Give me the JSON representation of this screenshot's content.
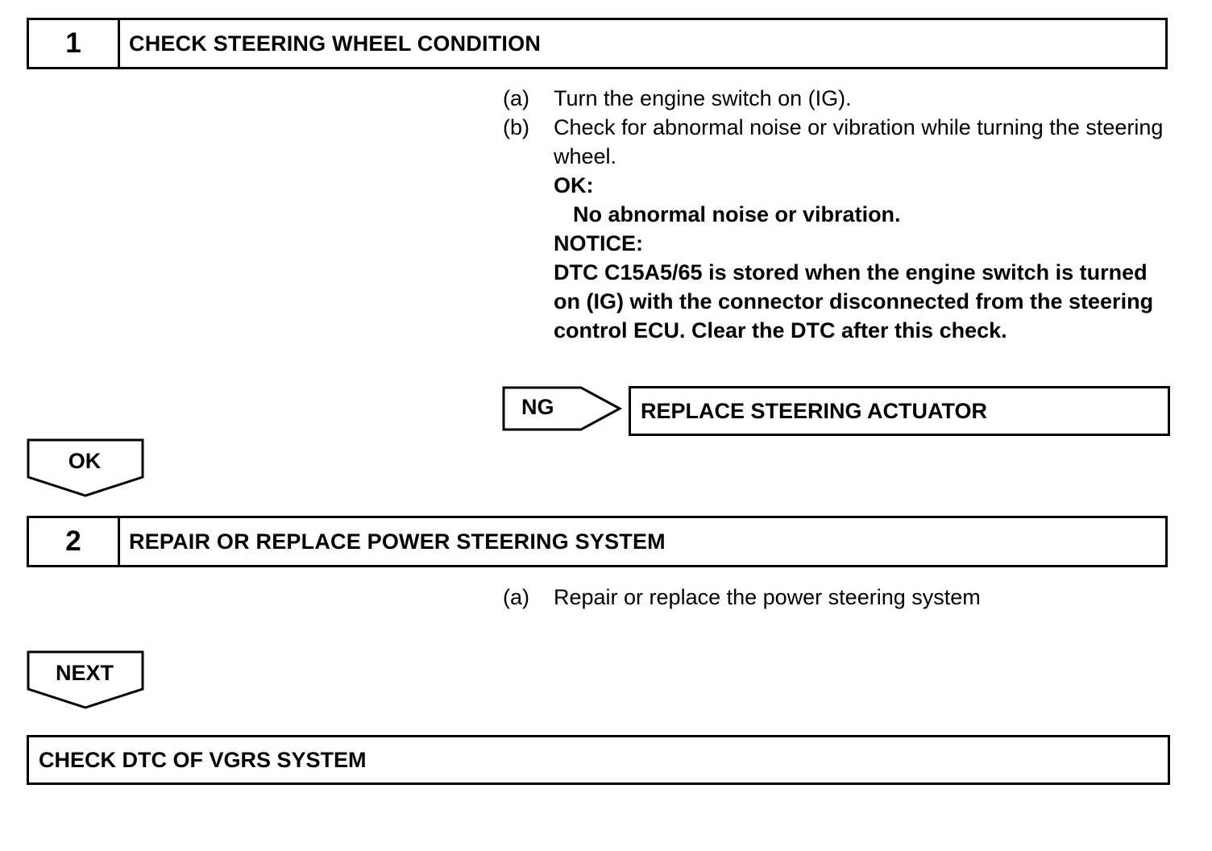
{
  "step1": {
    "number": "1",
    "title": "CHECK STEERING WHEEL CONDITION",
    "instructions": [
      {
        "letter": "(a)",
        "text": "Turn the engine switch on (IG)."
      },
      {
        "letter": "(b)",
        "text": "Check for abnormal noise or vibration while turning the steering wheel."
      }
    ],
    "ok_label": "OK:",
    "ok_text": "No abnormal noise or vibration.",
    "notice_label": "NOTICE:",
    "notice_text": "DTC C15A5/65 is stored when the engine switch is turned on (IG) with the connector disconnected from the steering control ECU. Clear the DTC after this check."
  },
  "ng_branch": {
    "label": "NG",
    "result": "REPLACE STEERING ACTUATOR"
  },
  "ok_arrow": {
    "label": "OK"
  },
  "step2": {
    "number": "2",
    "title": "REPAIR OR REPLACE POWER STEERING SYSTEM",
    "instructions": [
      {
        "letter": "(a)",
        "text": "Repair or replace the power steering system"
      }
    ]
  },
  "next_arrow": {
    "label": "NEXT"
  },
  "final": {
    "title": "CHECK DTC OF VGRS SYSTEM"
  }
}
